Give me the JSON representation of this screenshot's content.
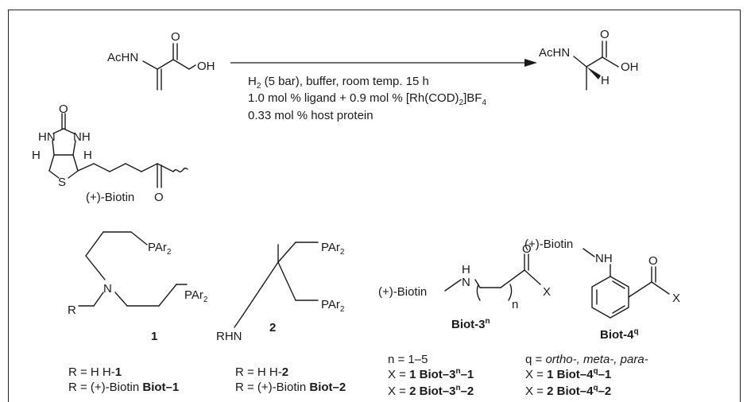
{
  "reaction": {
    "substrate_acnh": "AcHN",
    "substrate_oh": "OH",
    "substrate_o": "O",
    "product_acnh": "AcHN",
    "product_oh": "OH",
    "product_o": "O",
    "product_h": "H",
    "conditions": [
      {
        "pre": "H",
        "sub": "2",
        "post": " (5 bar), buffer, room temp. 15 h"
      },
      {
        "pre": "1.0 mol % ligand + 0.9 mol % [Rh(COD)",
        "sub": "2",
        "post": "]BF",
        "sub2": "4"
      },
      {
        "pre": "0.33 mol % host protein",
        "sub": "",
        "post": ""
      }
    ]
  },
  "biotin": {
    "o_top": "O",
    "hn": "HN",
    "nh": "NH",
    "h_left": "H",
    "h_right": "H",
    "s": "S",
    "name": "(+)-Biotin",
    "o_bottom": "O"
  },
  "compound1": {
    "par2_top": "PAr",
    "par2_top_sub": "2",
    "par2_mid": "PAr",
    "par2_mid_sub": "2",
    "n": "N",
    "r": "R",
    "number": "1",
    "def1": "R = H  H-",
    "def1_b": "1",
    "def2": "R = (+)-Biotin  ",
    "def2_b": "Biot–1"
  },
  "compound2": {
    "par2_top": "PAr",
    "par2_top_sub": "2",
    "par2_bot": "PAr",
    "par2_bot_sub": "2",
    "rhn": "RHN",
    "number": "2",
    "def1": "R = H  H-",
    "def1_b": "2",
    "def2": "R = (+)-Biotin  ",
    "def2_b": "Biot–2"
  },
  "biot3": {
    "biotin": "(+)-Biotin",
    "h": "H",
    "n": "N",
    "o": "O",
    "x": "X",
    "n_sub": "n",
    "label": "Biot-3",
    "label_sup": "n",
    "n_range": "n = 1–5",
    "x1_pre": "X = ",
    "x1_b": "1  Biot–3",
    "x1_sup": "n",
    "x1_end": "–1",
    "x2_pre": "X = ",
    "x2_b": "2  Biot–3",
    "x2_sup": "n",
    "x2_end": "–2"
  },
  "biot4": {
    "biotin": "(+)-Biotin",
    "nh": "NH",
    "o": "O",
    "x": "X",
    "label": "Biot-4",
    "label_sup": "q",
    "q_pre": "q = ",
    "q_it": "ortho-, meta-, para-",
    "x1_pre": "X = ",
    "x1_b": "1  Biot–4",
    "x1_sup": "q",
    "x1_end": "–1",
    "x2_pre": "X = ",
    "x2_b": "2  Biot–4",
    "x2_sup": "q",
    "x2_end": "–2"
  }
}
